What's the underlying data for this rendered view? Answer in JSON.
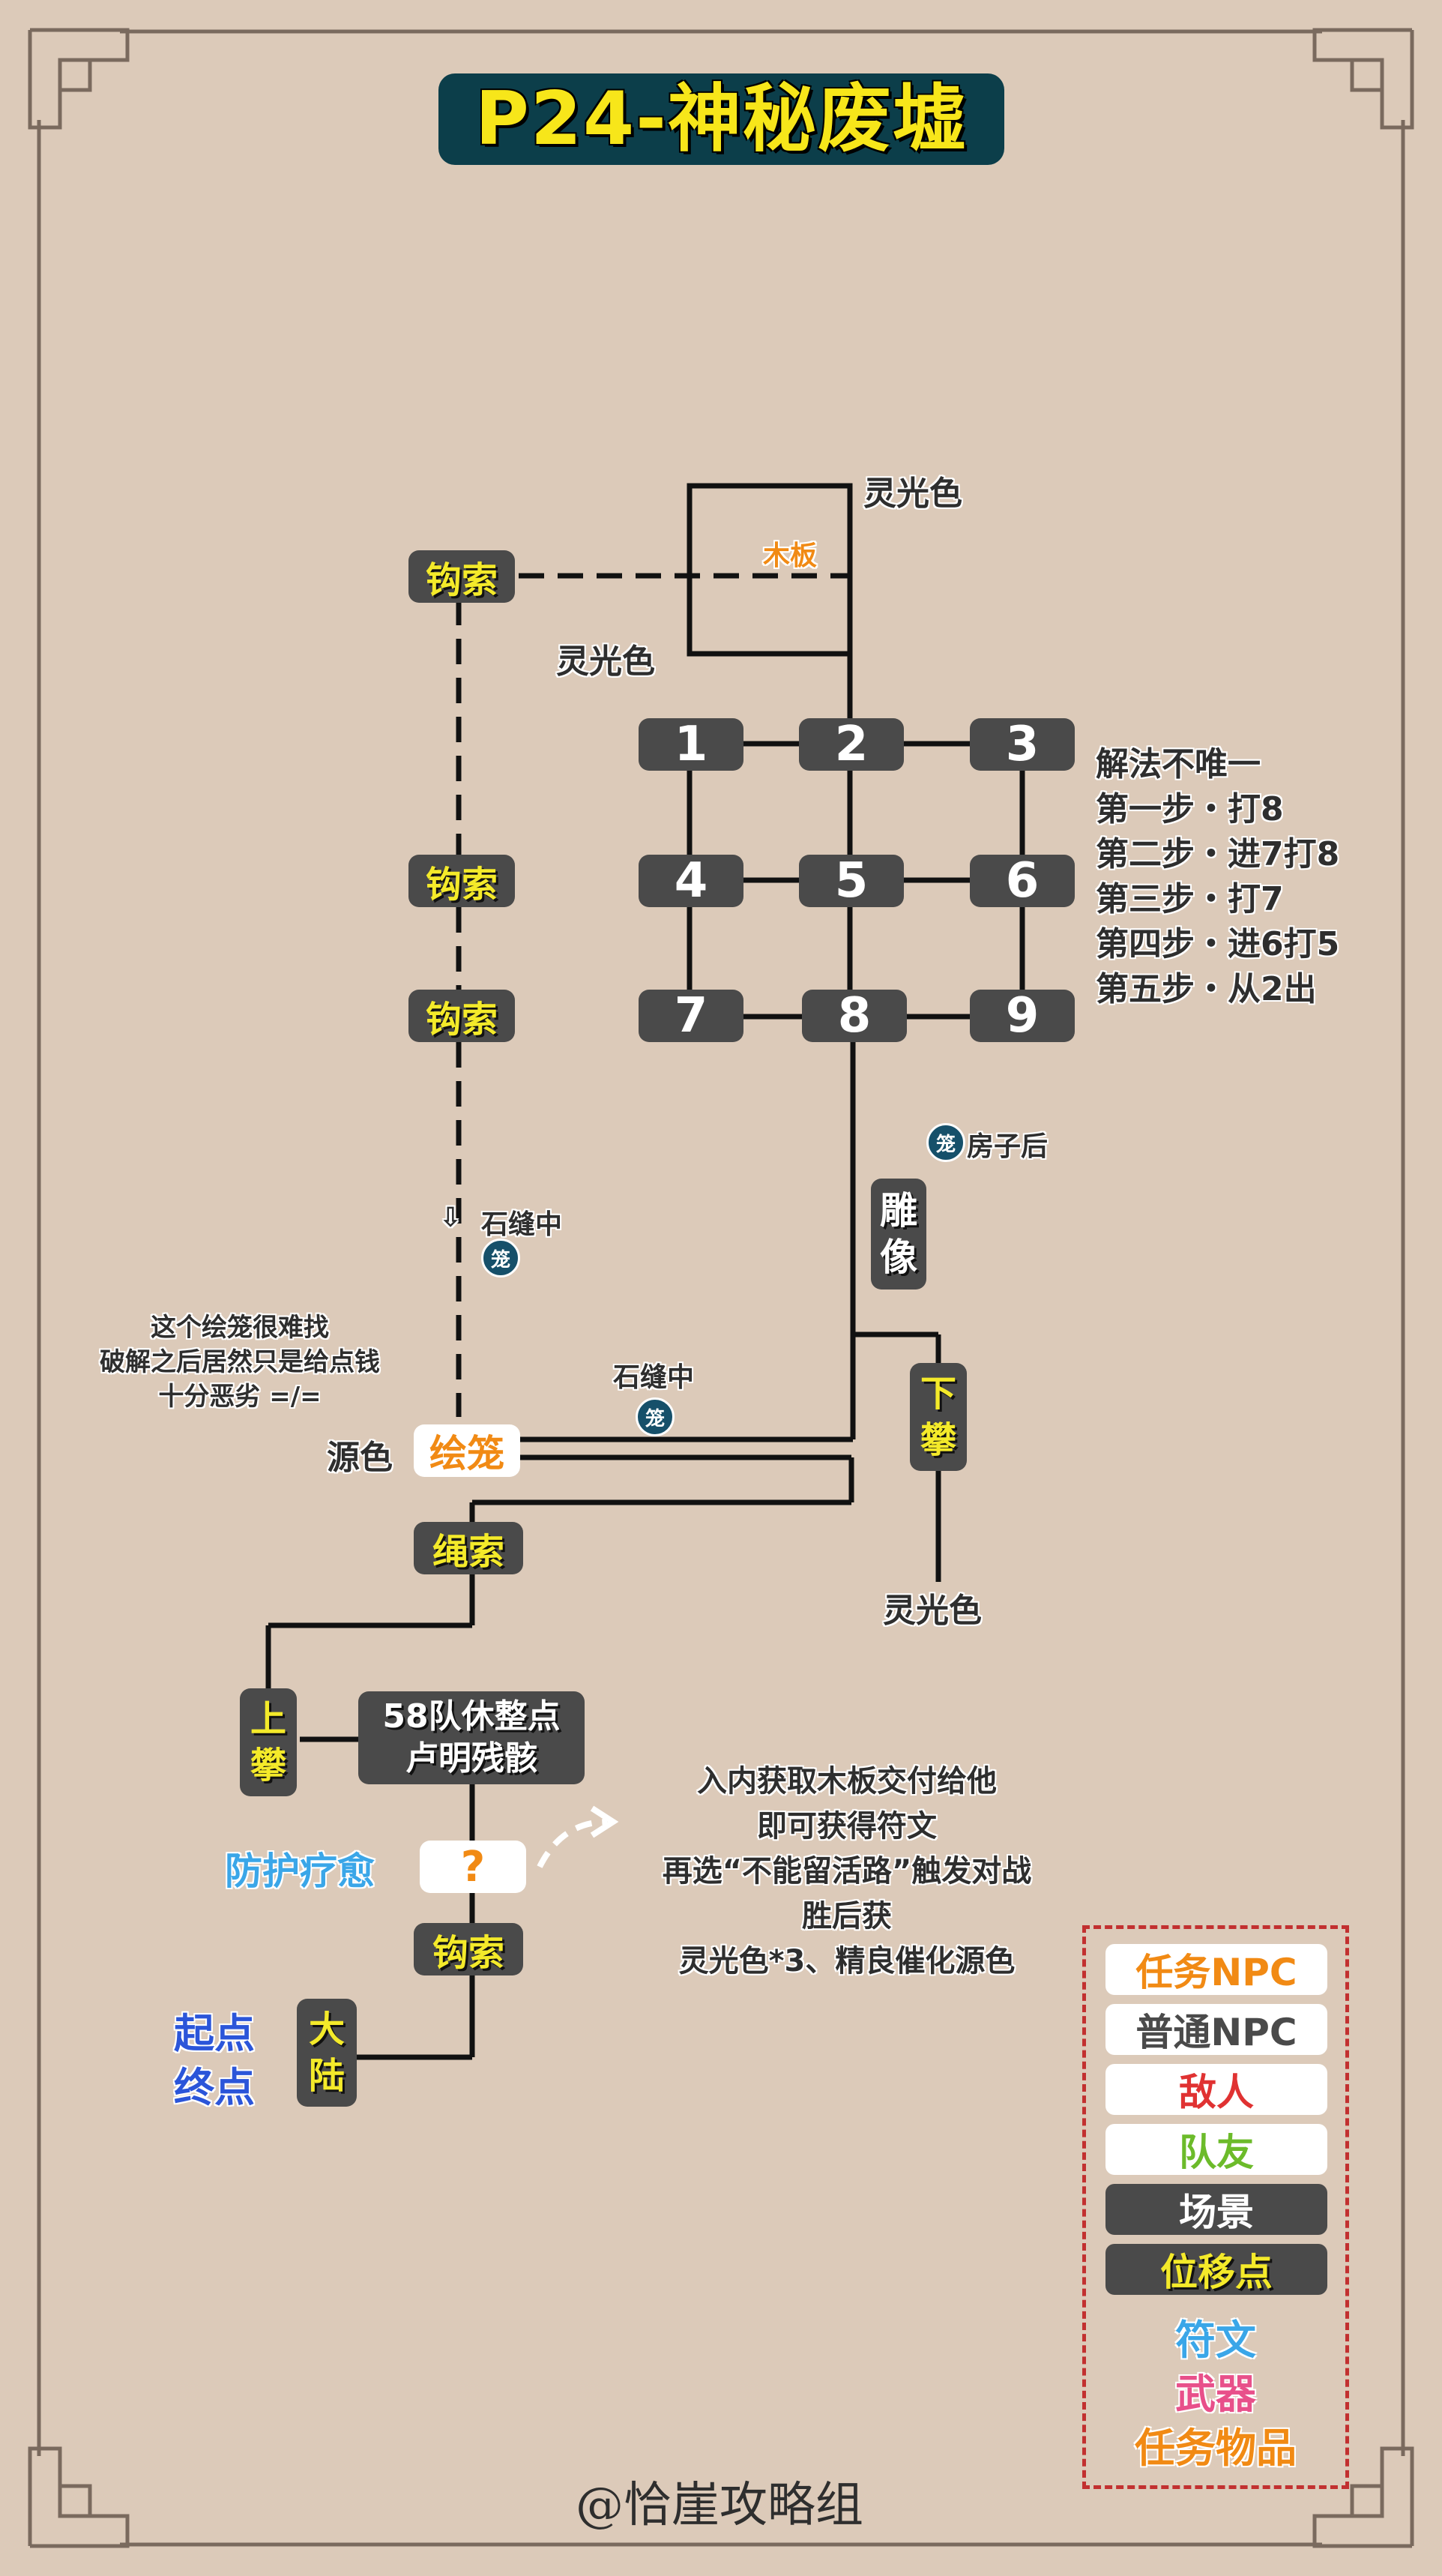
{
  "title": "P24-神秘废墟",
  "grid": {
    "n1": "1",
    "n2": "2",
    "n3": "3",
    "n4": "4",
    "n5": "5",
    "n6": "6",
    "n7": "7",
    "n8": "8",
    "n9": "9"
  },
  "nodes": {
    "hook1": "钩索",
    "hook2": "钩索",
    "hook3": "钩索",
    "hook4": "钩索",
    "rope": "绳索",
    "statue": [
      "雕",
      "像"
    ],
    "down": [
      "下",
      "攀"
    ],
    "up": [
      "上",
      "攀"
    ],
    "mainland": [
      "大",
      "陆"
    ],
    "camp": [
      "58队休整点",
      "卢明残骸"
    ],
    "cage": "绘笼",
    "question": "?"
  },
  "labels": {
    "aura_top": "灵光色",
    "board": "木板",
    "aura_left": "灵光色",
    "aura_bottom": "灵光色",
    "source": "源色",
    "crack1": "石缝中",
    "crack2": "石缝中",
    "house": "房子后",
    "cage_badge": "笼",
    "arrow": "⇩",
    "rune_label": "防护疗愈",
    "start": "起点",
    "end": "终点"
  },
  "solution": [
    "解法不唯一",
    "第一步・打8",
    "第二步・进7打8",
    "第三步・打7",
    "第四步・进6打5",
    "第五步・从2出"
  ],
  "cage_note": [
    "这个绘笼很难找",
    "破解之后居然只是给点钱",
    "十分恶劣 =/="
  ],
  "quest_note": [
    "入内获取木板交付给他",
    "即可获得符文",
    "再选“不能留活路”触发对战",
    "胜后获",
    "灵光色*3、精良催化源色"
  ],
  "legend": {
    "quest_npc": "任务NPC",
    "npc": "普通NPC",
    "enemy": "敌人",
    "ally": "队友",
    "scene": "场景",
    "move": "位移点",
    "rune": "符文",
    "weapon": "武器",
    "item": "任务物品"
  },
  "colors": {
    "quest_npc": "#f18a14",
    "npc": "#4a4a4a",
    "enemy": "#e03232",
    "ally": "#6cbb2a",
    "rune": "#3aa6e8",
    "weapon": "#e8508a",
    "item": "#f18a14",
    "move_text": "#f4ea2a",
    "scene_bg": "#4a4a4a"
  },
  "footer": "@恰崖攻略组"
}
